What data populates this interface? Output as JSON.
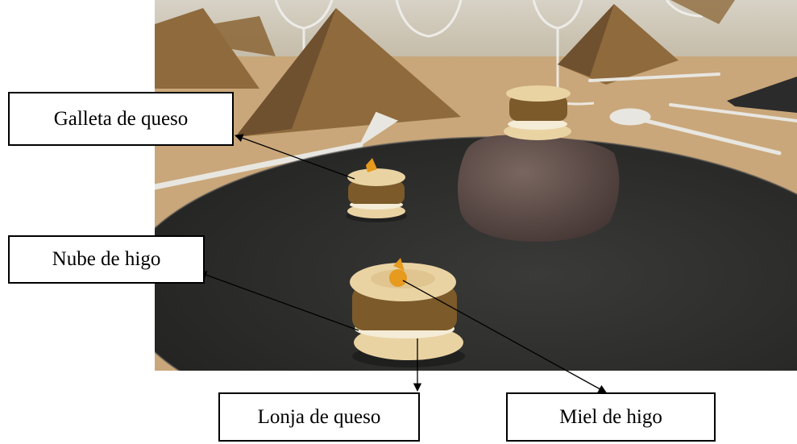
{
  "labels": {
    "galleta": "Galleta de queso",
    "nube": "Nube de higo",
    "lonja": "Lonja de queso",
    "miel": "Miel de higo"
  },
  "colors": {
    "tablecloth": "#c9a77a",
    "napkin": "#8f6a3d",
    "plate": "#2e2e2c",
    "stone": "#5e4d48",
    "biscuit": "#ead3a3",
    "fig_paste": "#7c5a2a",
    "cream": "#f4ecd6",
    "honey": "#e69a1e"
  }
}
